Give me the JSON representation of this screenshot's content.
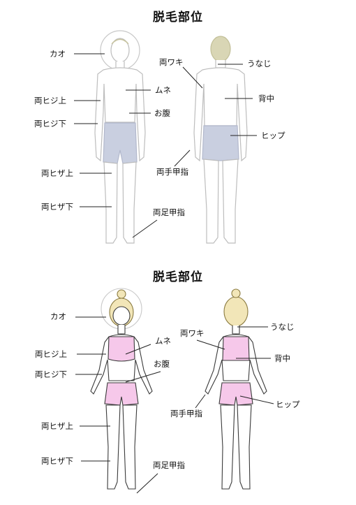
{
  "sections": [
    {
      "title": "脱毛部位",
      "labels": {
        "kao": "カオ",
        "mune": "ムネ",
        "hiji_ue": "両ヒジ上",
        "onaka": "お腹",
        "hiji_shita": "両ヒジ下",
        "hiza_ue": "両ヒザ上",
        "hiza_shita": "両ヒザ下",
        "ashi_kou": "両足甲指",
        "waki": "両ワキ",
        "unaji": "うなじ",
        "senaka": "背中",
        "hip": "ヒップ",
        "te_kou": "両手甲指"
      }
    },
    {
      "title": "脱毛部位",
      "labels": {
        "kao": "カオ",
        "mune": "ムネ",
        "hiji_ue": "両ヒジ上",
        "onaka": "お腹",
        "hiji_shita": "両ヒジ下",
        "hiza_ue": "両ヒザ上",
        "hiza_shita": "両ヒザ下",
        "ashi_kou": "両足甲指",
        "waki": "両ワキ",
        "unaji": "うなじ",
        "senaka": "背中",
        "hip": "ヒップ",
        "te_kou": "両手甲指"
      }
    }
  ],
  "colors": {
    "skin_outline": "#bdbdbd",
    "shorts_male": "#c9cfe0",
    "bra_female": "#f6c8ea",
    "hair_female": "#f2e6b8",
    "hair_male": "#d9d6b5"
  }
}
